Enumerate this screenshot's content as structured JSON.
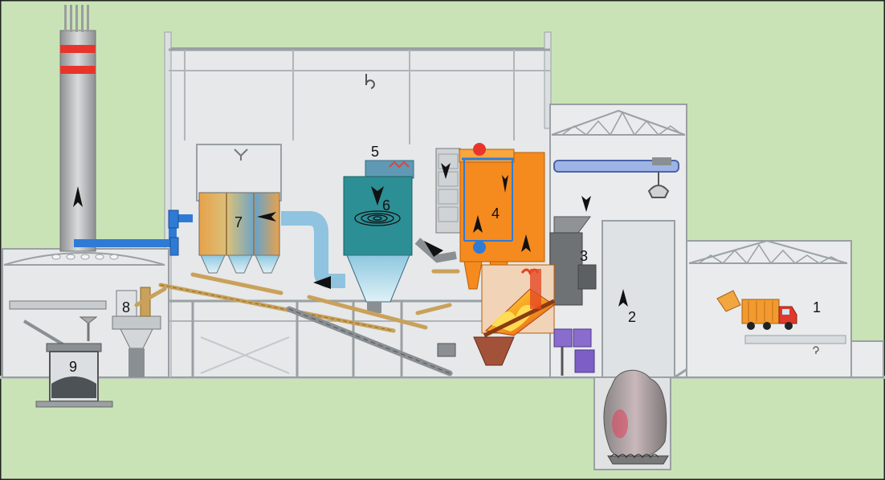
{
  "labels": {
    "l1": "1",
    "l2": "2",
    "l3": "3",
    "l4": "4",
    "l5": "5",
    "l6": "6",
    "l7": "7",
    "l8": "8",
    "l9": "9"
  },
  "colors": {
    "background": "#c9e3b6",
    "building": "#e6e8e9",
    "steel": "#9aa0a4",
    "pipe_blue": "#2e7bd6",
    "scrubber_teal": "#2c8f95",
    "boiler_orange": "#f58a1e",
    "stack_red": "#e8352b",
    "fire": "#f4b51a"
  }
}
